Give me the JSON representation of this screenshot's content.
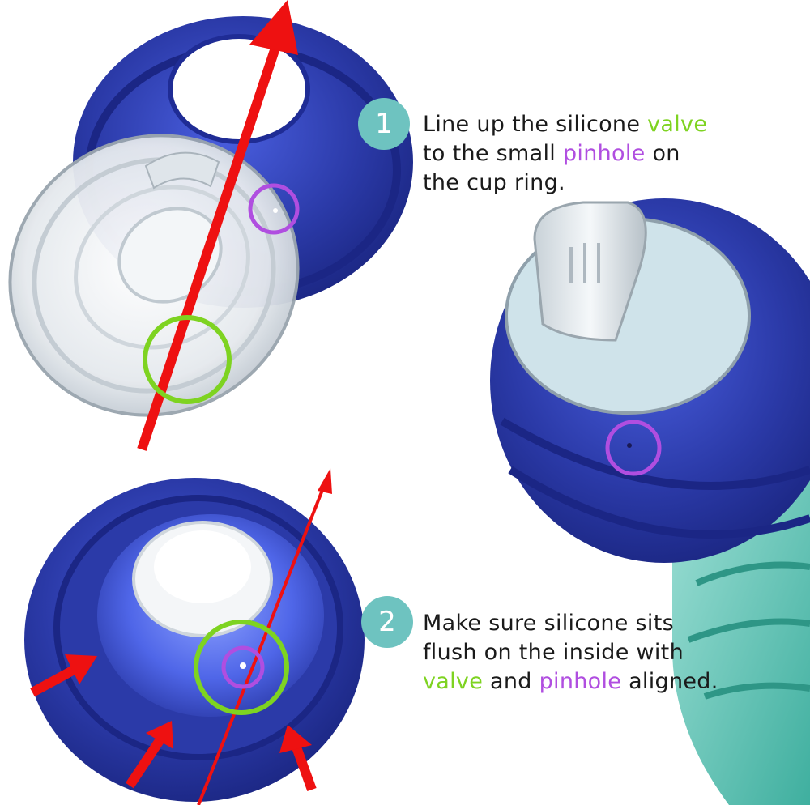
{
  "colors": {
    "badge": "#6ec3c0",
    "keyword_valve": "#7ed321",
    "keyword_pinhole": "#b04ee0",
    "arrow": "#ee1111",
    "cup_ring": "#2a3aa8",
    "bottle": "#7fcfc4"
  },
  "step1": {
    "number": "1",
    "line1_a": "Line up the silicone ",
    "line1_valve": "valve",
    "line2_a": "to the small ",
    "line2_pinhole": "pinhole",
    "line2_b": " on",
    "line3": "the cup ring."
  },
  "step2": {
    "number": "2",
    "line1": "Make sure silicone sits",
    "line2": "flush on the inside with",
    "line3_valve": "valve",
    "line3_and": " and ",
    "line3_pinhole": "pinhole",
    "line3_b": " aligned."
  }
}
